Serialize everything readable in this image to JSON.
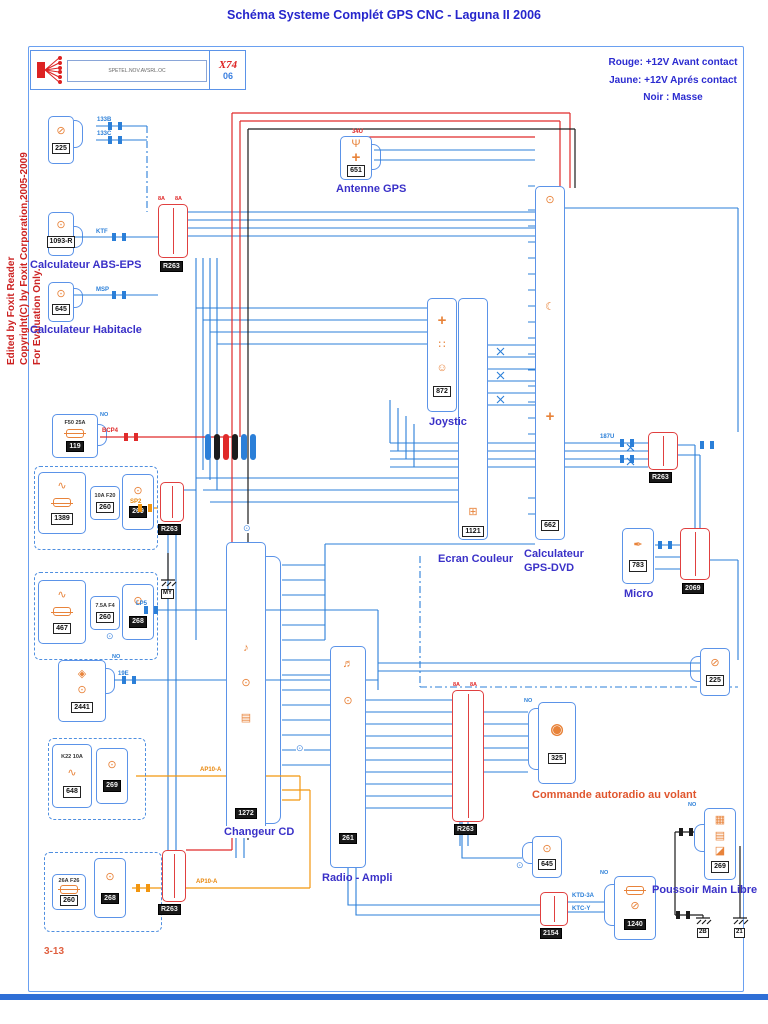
{
  "title": "Schéma Systeme Complét GPS CNC - Laguna II 2006",
  "page_number": "3-13",
  "legend": {
    "rouge": "Rouge: +12V Avant contact",
    "jaune": "Jaune: +12V Aprés contact",
    "noir": "Noir : Masse"
  },
  "watermark": {
    "line1": "Edited by Foxit Reader",
    "line2": "Copyright(C) by Foxit Corporation,2005-2009",
    "line3": "For Evaluation Only."
  },
  "header_box": {
    "connector_code": "X74",
    "sheet": "06",
    "micro_text": "SPETEL.NOV.AVSRL.OC"
  },
  "pin_labels": {
    "no": "NO",
    "a8": "8A"
  },
  "grounds": {
    "my": "MY",
    "b2": "2B",
    "g21": "21"
  },
  "wire_labels": [
    "133B",
    "133C",
    "KTF",
    "MSP",
    "34U",
    "BCP4",
    "SP2",
    "LP5",
    "19E",
    "AP10-A",
    "AP10-A",
    "187U",
    "KTD-3A",
    "KTC-Y"
  ],
  "components": {
    "c225_top": {
      "id": "225"
    },
    "abs": {
      "id": "1093-R",
      "label": "Calculateur ABS-EPS"
    },
    "habitacle": {
      "id": "645",
      "label": "Calculateur Habitacle"
    },
    "antenne": {
      "id": "651",
      "label": "Antenne GPS"
    },
    "r263_top": {
      "id": "R263"
    },
    "joystic": {
      "id": "872",
      "label": "Joystic"
    },
    "ecran": {
      "id": "1121",
      "label": "Ecran Couleur"
    },
    "gpsdvd": {
      "id": "662",
      "label_line1": "Calculateur",
      "label_line2": "GPS-DVD"
    },
    "r263_right": {
      "id": "R263"
    },
    "micro": {
      "id": "783",
      "label": "Micro"
    },
    "conn2069": {
      "id": "2069"
    },
    "fuse119": {
      "id": "119",
      "rating": "F50 25A"
    },
    "relay1389": {
      "id": "1389"
    },
    "fuse260a": {
      "id": "260",
      "rating": "10A F20"
    },
    "c269a": {
      "id": "269"
    },
    "r263_mid": {
      "id": "R263"
    },
    "relay467": {
      "id": "467"
    },
    "fuse260b": {
      "id": "260",
      "rating": "7.5A F4"
    },
    "c268a": {
      "id": "268"
    },
    "c2441": {
      "id": "2441"
    },
    "relay648": {
      "id": "648",
      "rating": "K22 10A"
    },
    "c269b": {
      "id": "269"
    },
    "fuse260c": {
      "id": "260",
      "rating": "26A F26"
    },
    "c268b": {
      "id": "268"
    },
    "r263_bl": {
      "id": "R263"
    },
    "changeur": {
      "id": "1272",
      "label": "Changeur CD"
    },
    "radio": {
      "id": "261",
      "label": "Radio - Ampli"
    },
    "r263_center": {
      "id": "R263"
    },
    "volant": {
      "id": "325",
      "label": "Commande autoradio au volant"
    },
    "c645b": {
      "id": "645"
    },
    "c2154": {
      "id": "2154"
    },
    "c1240": {
      "id": "1240"
    },
    "poussoir": {
      "id": "269",
      "label": "Poussoir Main Libre"
    },
    "c225_right": {
      "id": "225"
    }
  }
}
